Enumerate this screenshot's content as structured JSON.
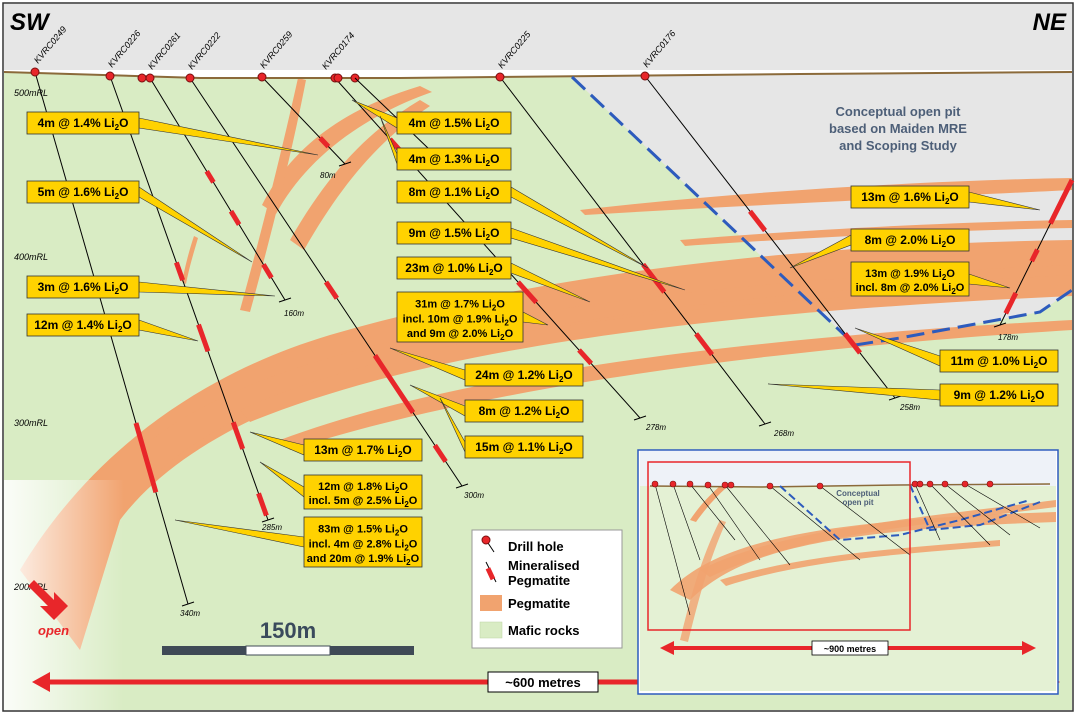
{
  "corner_left": "SW",
  "corner_right": "NE",
  "holes": [
    {
      "name": "KVRC0249",
      "depth": "340m"
    },
    {
      "name": "KVRC0226",
      "depth": "285m"
    },
    {
      "name": "KVRC0261",
      "depth": "160m"
    },
    {
      "name": "KVRC0222",
      "depth": "300m"
    },
    {
      "name": "KVRC0259",
      "depth": "80m"
    },
    {
      "name": "KVRC0174",
      "depth": "278m"
    },
    {
      "name": "KVRC0225",
      "depth": "268m"
    },
    {
      "name": "KVRC0176",
      "depth": "258m"
    },
    {
      "name": "",
      "depth": "178m"
    }
  ],
  "rl_labels": [
    "500mRL",
    "400mRL",
    "300mRL",
    "200mRL"
  ],
  "pit_note": [
    "Conceptual open pit",
    "based on Maiden MRE",
    "and Scoping Study"
  ],
  "intercepts": [
    {
      "lines": [
        {
          "pre": "4m @ 1.4% Li",
          "sub": "2",
          "post": "O"
        }
      ]
    },
    {
      "lines": [
        {
          "pre": "4m @ 1.5% Li",
          "sub": "2",
          "post": "O"
        }
      ]
    },
    {
      "lines": [
        {
          "pre": "4m @ 1.3% Li",
          "sub": "2",
          "post": "O"
        }
      ]
    },
    {
      "lines": [
        {
          "pre": "5m @ 1.6% Li",
          "sub": "2",
          "post": "O"
        }
      ]
    },
    {
      "lines": [
        {
          "pre": "8m @ 1.1% Li",
          "sub": "2",
          "post": "O"
        }
      ]
    },
    {
      "lines": [
        {
          "pre": "9m @ 1.5% Li",
          "sub": "2",
          "post": "O"
        }
      ]
    },
    {
      "lines": [
        {
          "pre": "23m @ 1.0% Li",
          "sub": "2",
          "post": "O"
        }
      ]
    },
    {
      "lines": [
        {
          "pre": "3m @ 1.6% Li",
          "sub": "2",
          "post": "O"
        }
      ]
    },
    {
      "lines": [
        {
          "pre": "12m @ 1.4% Li",
          "sub": "2",
          "post": "O"
        }
      ]
    },
    {
      "lines": [
        {
          "pre": "31m @ 1.7% Li",
          "sub": "2",
          "post": "O"
        },
        {
          "pre": "incl. 10m @ 1.9% Li",
          "sub": "2",
          "post": "O"
        },
        {
          "pre": "and 9m @ 2.0% Li",
          "sub": "2",
          "post": "O"
        }
      ]
    },
    {
      "lines": [
        {
          "pre": "24m @ 1.2% Li",
          "sub": "2",
          "post": "O"
        }
      ]
    },
    {
      "lines": [
        {
          "pre": "8m @ 1.2% Li",
          "sub": "2",
          "post": "O"
        }
      ]
    },
    {
      "lines": [
        {
          "pre": "15m @ 1.1% Li",
          "sub": "2",
          "post": "O"
        }
      ]
    },
    {
      "lines": [
        {
          "pre": "13m @ 1.7% Li",
          "sub": "2",
          "post": "O"
        }
      ]
    },
    {
      "lines": [
        {
          "pre": "12m @ 1.8% Li",
          "sub": "2",
          "post": "O"
        },
        {
          "pre": "incl. 5m @ 2.5% Li",
          "sub": "2",
          "post": "O"
        }
      ]
    },
    {
      "lines": [
        {
          "pre": "83m @ 1.5% Li",
          "sub": "2",
          "post": "O"
        },
        {
          "pre": "incl. 4m @ 2.8% Li",
          "sub": "2",
          "post": "O"
        },
        {
          "pre": "and 20m @ 1.9% Li",
          "sub": "2",
          "post": "O"
        }
      ]
    },
    {
      "lines": [
        {
          "pre": "13m @ 1.6% Li",
          "sub": "2",
          "post": "O"
        }
      ]
    },
    {
      "lines": [
        {
          "pre": "8m @ 2.0% Li",
          "sub": "2",
          "post": "O"
        }
      ]
    },
    {
      "lines": [
        {
          "pre": "13m @ 1.9% Li",
          "sub": "2",
          "post": "O"
        },
        {
          "pre": "incl. 8m @ 2.0% Li",
          "sub": "2",
          "post": "O"
        }
      ]
    },
    {
      "lines": [
        {
          "pre": "11m @ 1.0% Li",
          "sub": "2",
          "post": "O"
        }
      ]
    },
    {
      "lines": [
        {
          "pre": "9m @ 1.2% Li",
          "sub": "2",
          "post": "O"
        }
      ]
    }
  ],
  "legend": [
    {
      "label": "Drill hole",
      "icon": "drill-hole-icon"
    },
    {
      "label": "Mineralised\nPegmatite",
      "icon": "mineralised-pegmatite-icon"
    },
    {
      "label": "Pegmatite",
      "icon": "pegmatite-swatch"
    },
    {
      "label": "Mafic rocks",
      "icon": "mafic-swatch"
    }
  ],
  "scale_label": "150m",
  "open_label": "open",
  "width_label": "~600 metres",
  "inset_pit_label": "Conceptual\nopen pit",
  "inset_width_label": "~900 metres",
  "colors": {
    "mafic": "#d9ecc4",
    "pegmatite": "#f1a36f",
    "mineralised": "#e8262a",
    "label_fill": "#ffd200",
    "pit_line": "#2d5bbd",
    "arrow": "#e8262a",
    "sky": "#e6e6e6",
    "surface": "#8b6a3a"
  }
}
